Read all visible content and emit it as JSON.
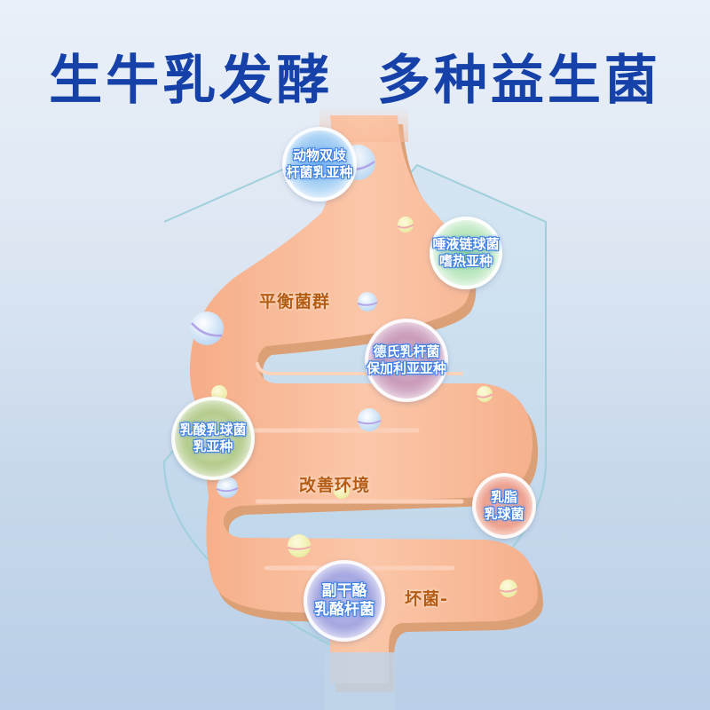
{
  "headline": "生牛乳发酵  多种益生菌",
  "colors": {
    "headline": "#1541a8",
    "background_top": "#eaf0f8",
    "background_bottom": "#b9cfe7",
    "intestine": "#f8b896",
    "intestine_light": "#fbd3bd",
    "intestine_shadow": "#d99a6e",
    "label_text": "#b45c14",
    "bubble_text_outline": "#3d7fe0",
    "shield_outline": "#9fd0dc"
  },
  "labels": {
    "balance": "平衡菌群",
    "improve": "改善环境",
    "bad_bacteria": "坏菌-"
  },
  "strains": [
    {
      "line1": "动物双歧",
      "line2": "杆菌乳亚种",
      "tint": "#8fc4f0"
    },
    {
      "line1": "唾液链球菌",
      "line2": "嗜热亚种",
      "tint": "#9fdca4"
    },
    {
      "line1": "德氏乳杆菌",
      "line2": "保加利亚亚种",
      "tint": "#c89ab8"
    },
    {
      "line1": "乳酸乳球菌",
      "line2": "乳亚种",
      "tint": "#b8cf92"
    },
    {
      "line1": "乳脂",
      "line2": "乳球菌",
      "tint": "#eea08e"
    },
    {
      "line1": "副干酪",
      "line2": "乳酪杆菌",
      "tint": "#a7a9e2"
    }
  ]
}
